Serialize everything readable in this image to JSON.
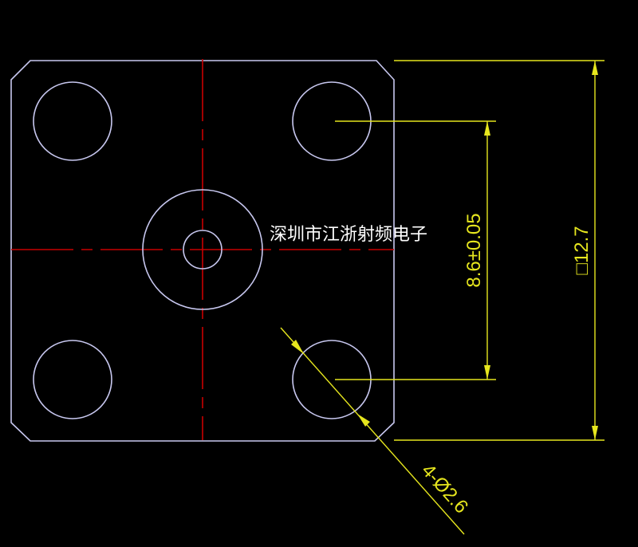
{
  "colors": {
    "background": "#000000",
    "outline": "#c8c8f0",
    "centerline": "#c80000",
    "dimension": "#e6e61e",
    "watermark": "#ffffff"
  },
  "dimensions": {
    "pitch": "8.6±0.05",
    "square": "□12.7",
    "hole_prefix": "4-",
    "hole_diameter": "Ø2.6"
  },
  "watermark": "深圳市江浙射频电子"
}
